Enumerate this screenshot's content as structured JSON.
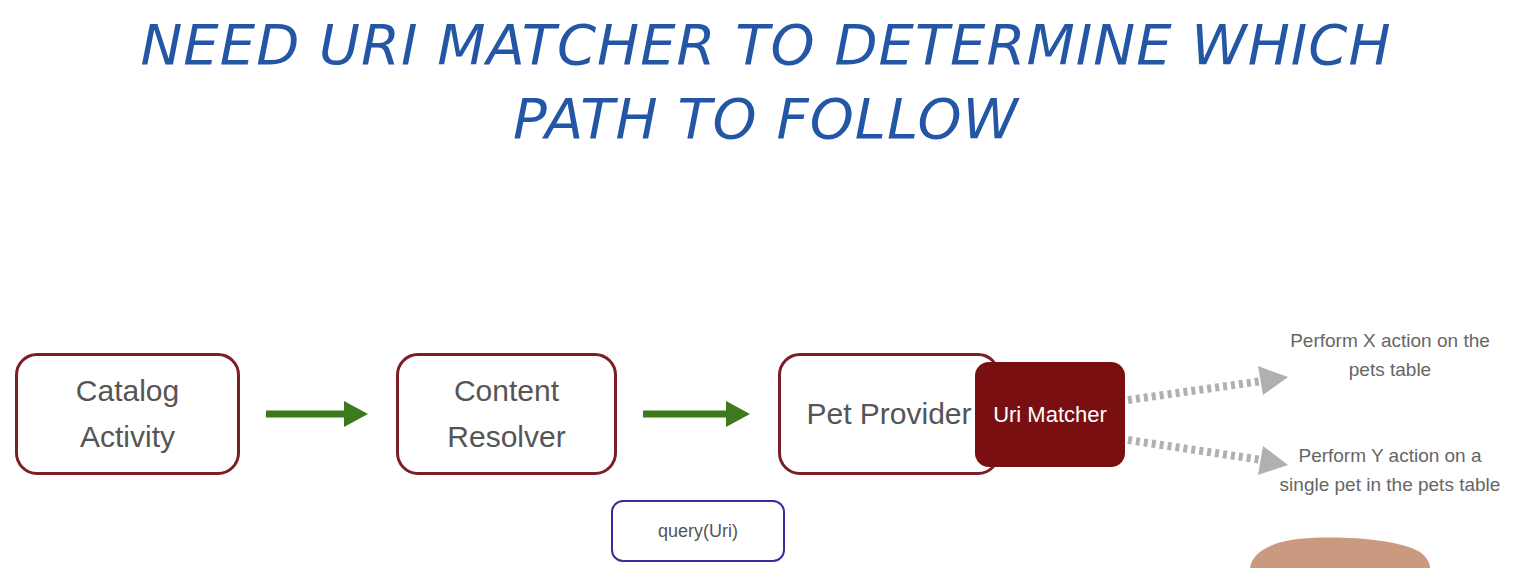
{
  "diagram": {
    "title": "NEED URI MATCHER TO DETERMINE WHICH PATH TO FOLLOW",
    "nodes": [
      {
        "text": [
          "Catalog Activity"
        ]
      },
      {
        "text": [
          "Content Resolver"
        ]
      },
      {
        "text": [
          "Pet Provider"
        ]
      },
      {
        "text": [
          "Uri Matcher"
        ]
      },
      {
        "text": [
          "query(Uri)"
        ]
      }
    ],
    "edges": [
      {
        "from": 0,
        "to": 1,
        "arrow": "to"
      },
      {
        "from": 1,
        "to": 2,
        "arrow": "to"
      }
    ],
    "labels": [
      "Perform X action on the pets table",
      "Perform Y action on a single pet in the pets table"
    ]
  }
}
